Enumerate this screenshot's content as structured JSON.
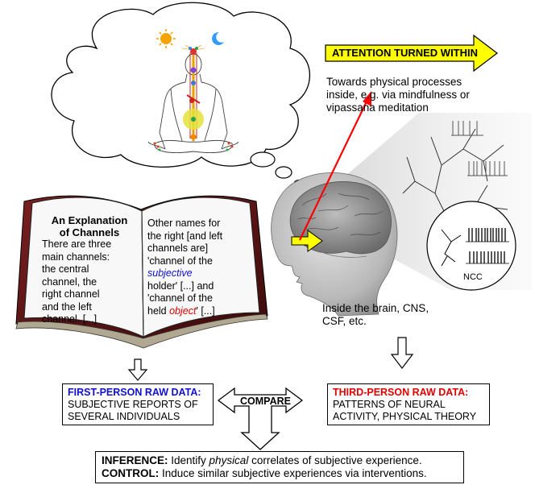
{
  "attention": {
    "label": "ATTENTION TURNED WITHIN"
  },
  "physical": {
    "line1": "Towards physical processes",
    "line2": "inside, e.g. via mindfulness or",
    "line3": "vipassana meditation"
  },
  "ncc_label": "NCC",
  "brain_caption": {
    "line1": "Inside the brain, CNS,",
    "line2": "CSF, etc."
  },
  "book": {
    "left": {
      "title1": "An Explanation",
      "title2": "of Channels",
      "l1": "There are three",
      "l2": "main channels:",
      "l3": "the central",
      "l4": "channel, the",
      "l5": "right channel",
      "l6": "and the left",
      "l7": "channel. [...]"
    },
    "right": {
      "l1": "Other names for",
      "l2": "the right [and left",
      "l3": "channels are]",
      "l4": "'channel of the",
      "l5_word": "subjective",
      "l6": "holder' [...] and",
      "l7": "'channel of the",
      "l8_pre": "held ",
      "l8_word": "object",
      "l8_post": "' [...]"
    }
  },
  "first_person": {
    "heading": "FIRST-PERSON RAW DATA:",
    "line1": "SUBJECTIVE REPORTS OF",
    "line2": "SEVERAL INDIVIDUALS"
  },
  "third_person": {
    "heading": "THIRD-PERSON RAW DATA:",
    "line1": "PATTERNS OF NEURAL",
    "line2": "ACTIVITY, PHYSICAL THEORY"
  },
  "compare_label": "COMPARE",
  "inference": {
    "label": "INFERENCE:",
    "text_pre": " Identify ",
    "text_word": "physical",
    "text_post": " correlates of subjective experience."
  },
  "control": {
    "label": "CONTROL:",
    "text": " Induce similar subjective experiences via interventions."
  },
  "colors": {
    "attention_fill": "#ffff00",
    "blue_text": "#1010d0",
    "red_text": "#e00000",
    "arrow_red": "#ff0000",
    "sun": "#f5a300",
    "moon": "#3399ff"
  }
}
